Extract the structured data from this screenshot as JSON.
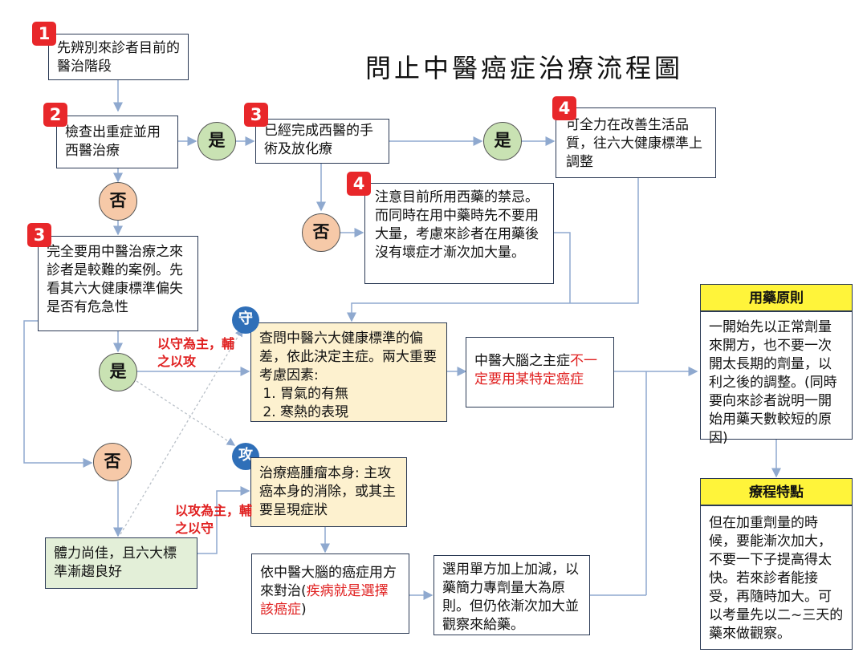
{
  "title": "問止中醫癌症治療流程圖",
  "badges": {
    "b1": "1",
    "b2": "2",
    "b3a": "3",
    "b3b": "3",
    "b4a": "4",
    "b4b": "4"
  },
  "circles": {
    "yes": "是",
    "no": "否",
    "guard": "守",
    "attack": "攻"
  },
  "step1": "先辨別來診者目前的醫治階段",
  "step2": "檢查出重症並用西醫治療",
  "step3_western": "已經完成西醫的手術及放化療",
  "step4_quality": "可全力在改善生活品質，往六大健康標準上調整",
  "step4_caution": "注意目前所用西藥的禁忌。而同時在用中藥時先不要用大量，考慮來診者在用藥後沒有壞症才漸次加大量。",
  "step3_tcm": "完全要用中醫治療之來診者是較難的案例。先看其六大健康標準偏失是否有危急性",
  "guard_note": "以守為主，輔之以攻",
  "attack_note": "以攻為主，輔之以守",
  "guard_box": {
    "text": "查問中醫六大健康標準的偏差，依此決定主症。兩大重要考慮因素:",
    "items": [
      "胃氣的有無",
      "寒熱的表現"
    ]
  },
  "brain_box": {
    "pre": "中醫大腦之主症",
    "red": "不一定要用某特定癌症"
  },
  "attack_box": "治療癌腫瘤本身: 主攻癌本身的消除，或其主要呈現症狀",
  "strength_box": "體力尚佳，且六大標準漸趨良好",
  "brain_cancer": {
    "pre": "依中醫大腦的癌症用方來對治(",
    "red": "疾病就是選擇該癌症",
    "post": ")"
  },
  "single_box": "選用單方加上加減，以藥簡力專劑量大為原則。但仍依漸次加大並觀察來給藥。",
  "med_principle": {
    "header": "用藥原則",
    "text": "一開始先以正常劑量來開方，也不要一次開太長期的劑量，以利之後的調整。(同時要向來診者說明一開始用藥天數較短的原因)"
  },
  "course": {
    "header": "療程特點",
    "text": "但在加重劑量的時候，要能漸次加大，不要一下子提高得太快。若來診者能接受，再隨時加大。可以考量先以二~三天的藥來做觀察。"
  }
}
